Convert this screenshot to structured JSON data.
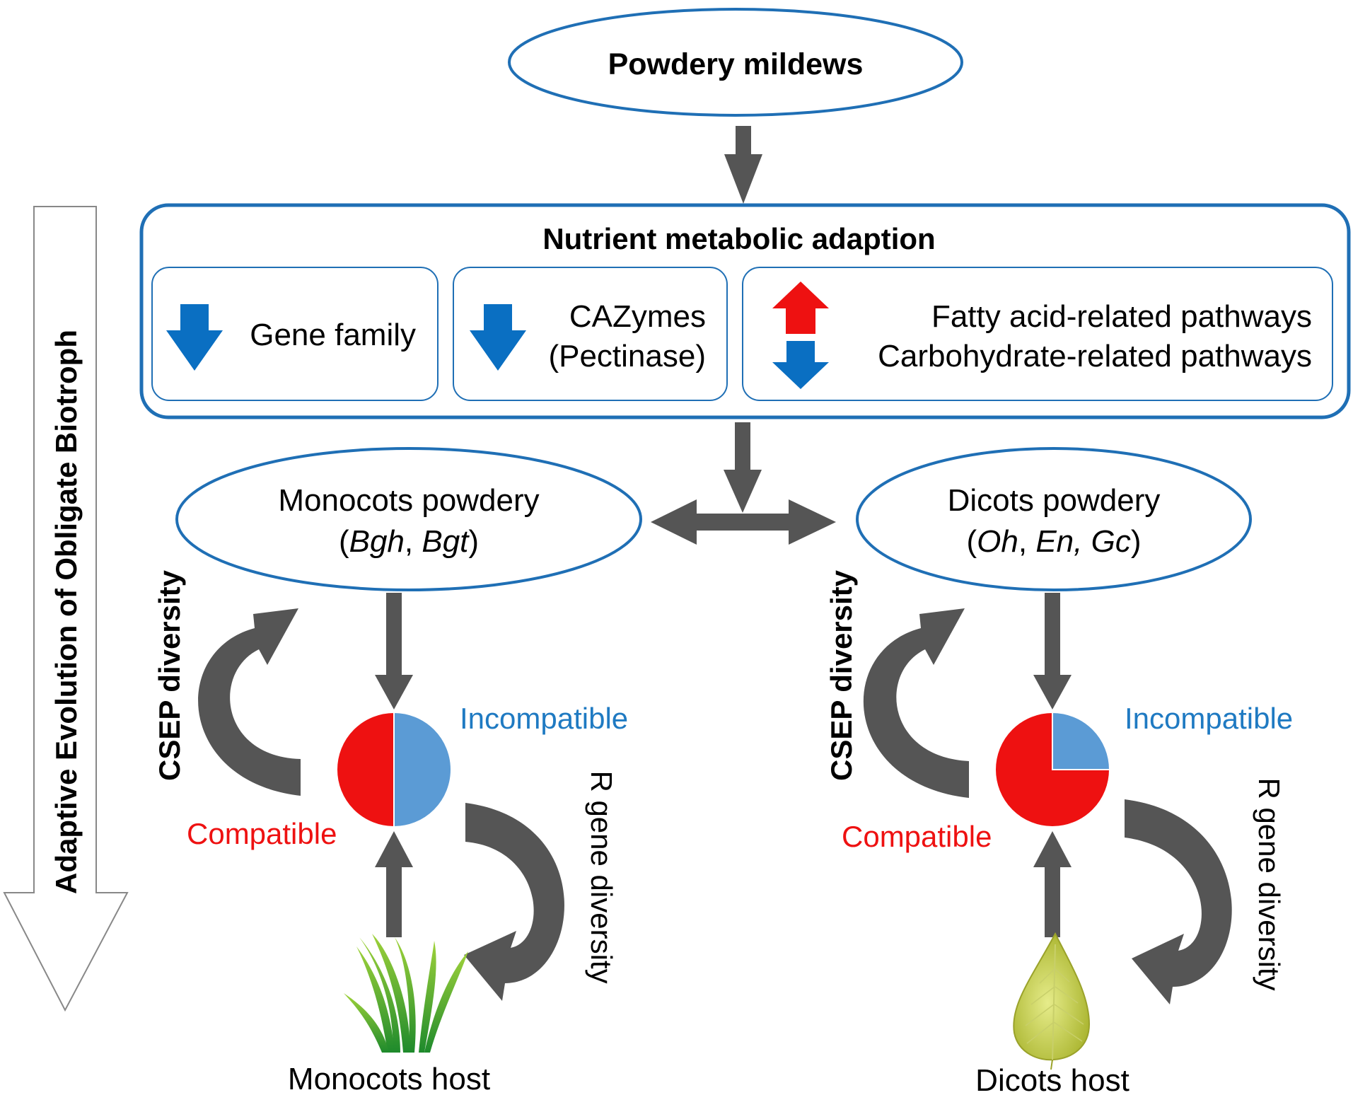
{
  "top": {
    "title": "Powdery mildews"
  },
  "nutrient": {
    "title": "Nutrient metabolic adaption",
    "gene_family": "Gene family",
    "cazymes_line1": "CAZymes",
    "cazymes_line2": "(Pectinase)",
    "fatty": "Fatty acid-related pathways",
    "carbo": "Carbohydrate-related pathways"
  },
  "side_arrow": {
    "label": "Adaptive Evolution of Obligate Biotroph"
  },
  "monocots": {
    "title": "Monocots powdery",
    "open_paren": "(",
    "sp1": "Bgh",
    "sep": ", ",
    "sp2": "Bgt",
    "close_paren": ")",
    "csep": "CSEP diversity",
    "r_gene": "R gene diversity",
    "incompatible": "Incompatible",
    "compatible": "Compatible",
    "host": "Monocots host",
    "pie": {
      "compatible_fraction": 0.5,
      "incompatible_fraction": 0.5
    }
  },
  "dicots": {
    "title": "Dicots powdery",
    "open_paren": "(",
    "sp1": "Oh",
    "sep1": ", ",
    "sp2": "En,",
    "sep2": " ",
    "sp3": "Gc",
    "close_paren": ")",
    "csep": "CSEP diversity",
    "r_gene": "R gene diversity",
    "incompatible": "Incompatible",
    "compatible": "Compatible",
    "host": "Dicots host",
    "pie": {
      "compatible_fraction": 0.75,
      "incompatible_fraction": 0.25
    }
  },
  "colors": {
    "blue_outline": "#1f6fb5",
    "arrow_gray": "#555555",
    "down_arrow_blue": "#0a6fc2",
    "up_arrow_red": "#ee1111",
    "compatible_red": "#ee1111",
    "incompatible_blue": "#5b9bd5",
    "incompatible_text": "#1f7ac2",
    "compatible_text": "#ee1111"
  }
}
